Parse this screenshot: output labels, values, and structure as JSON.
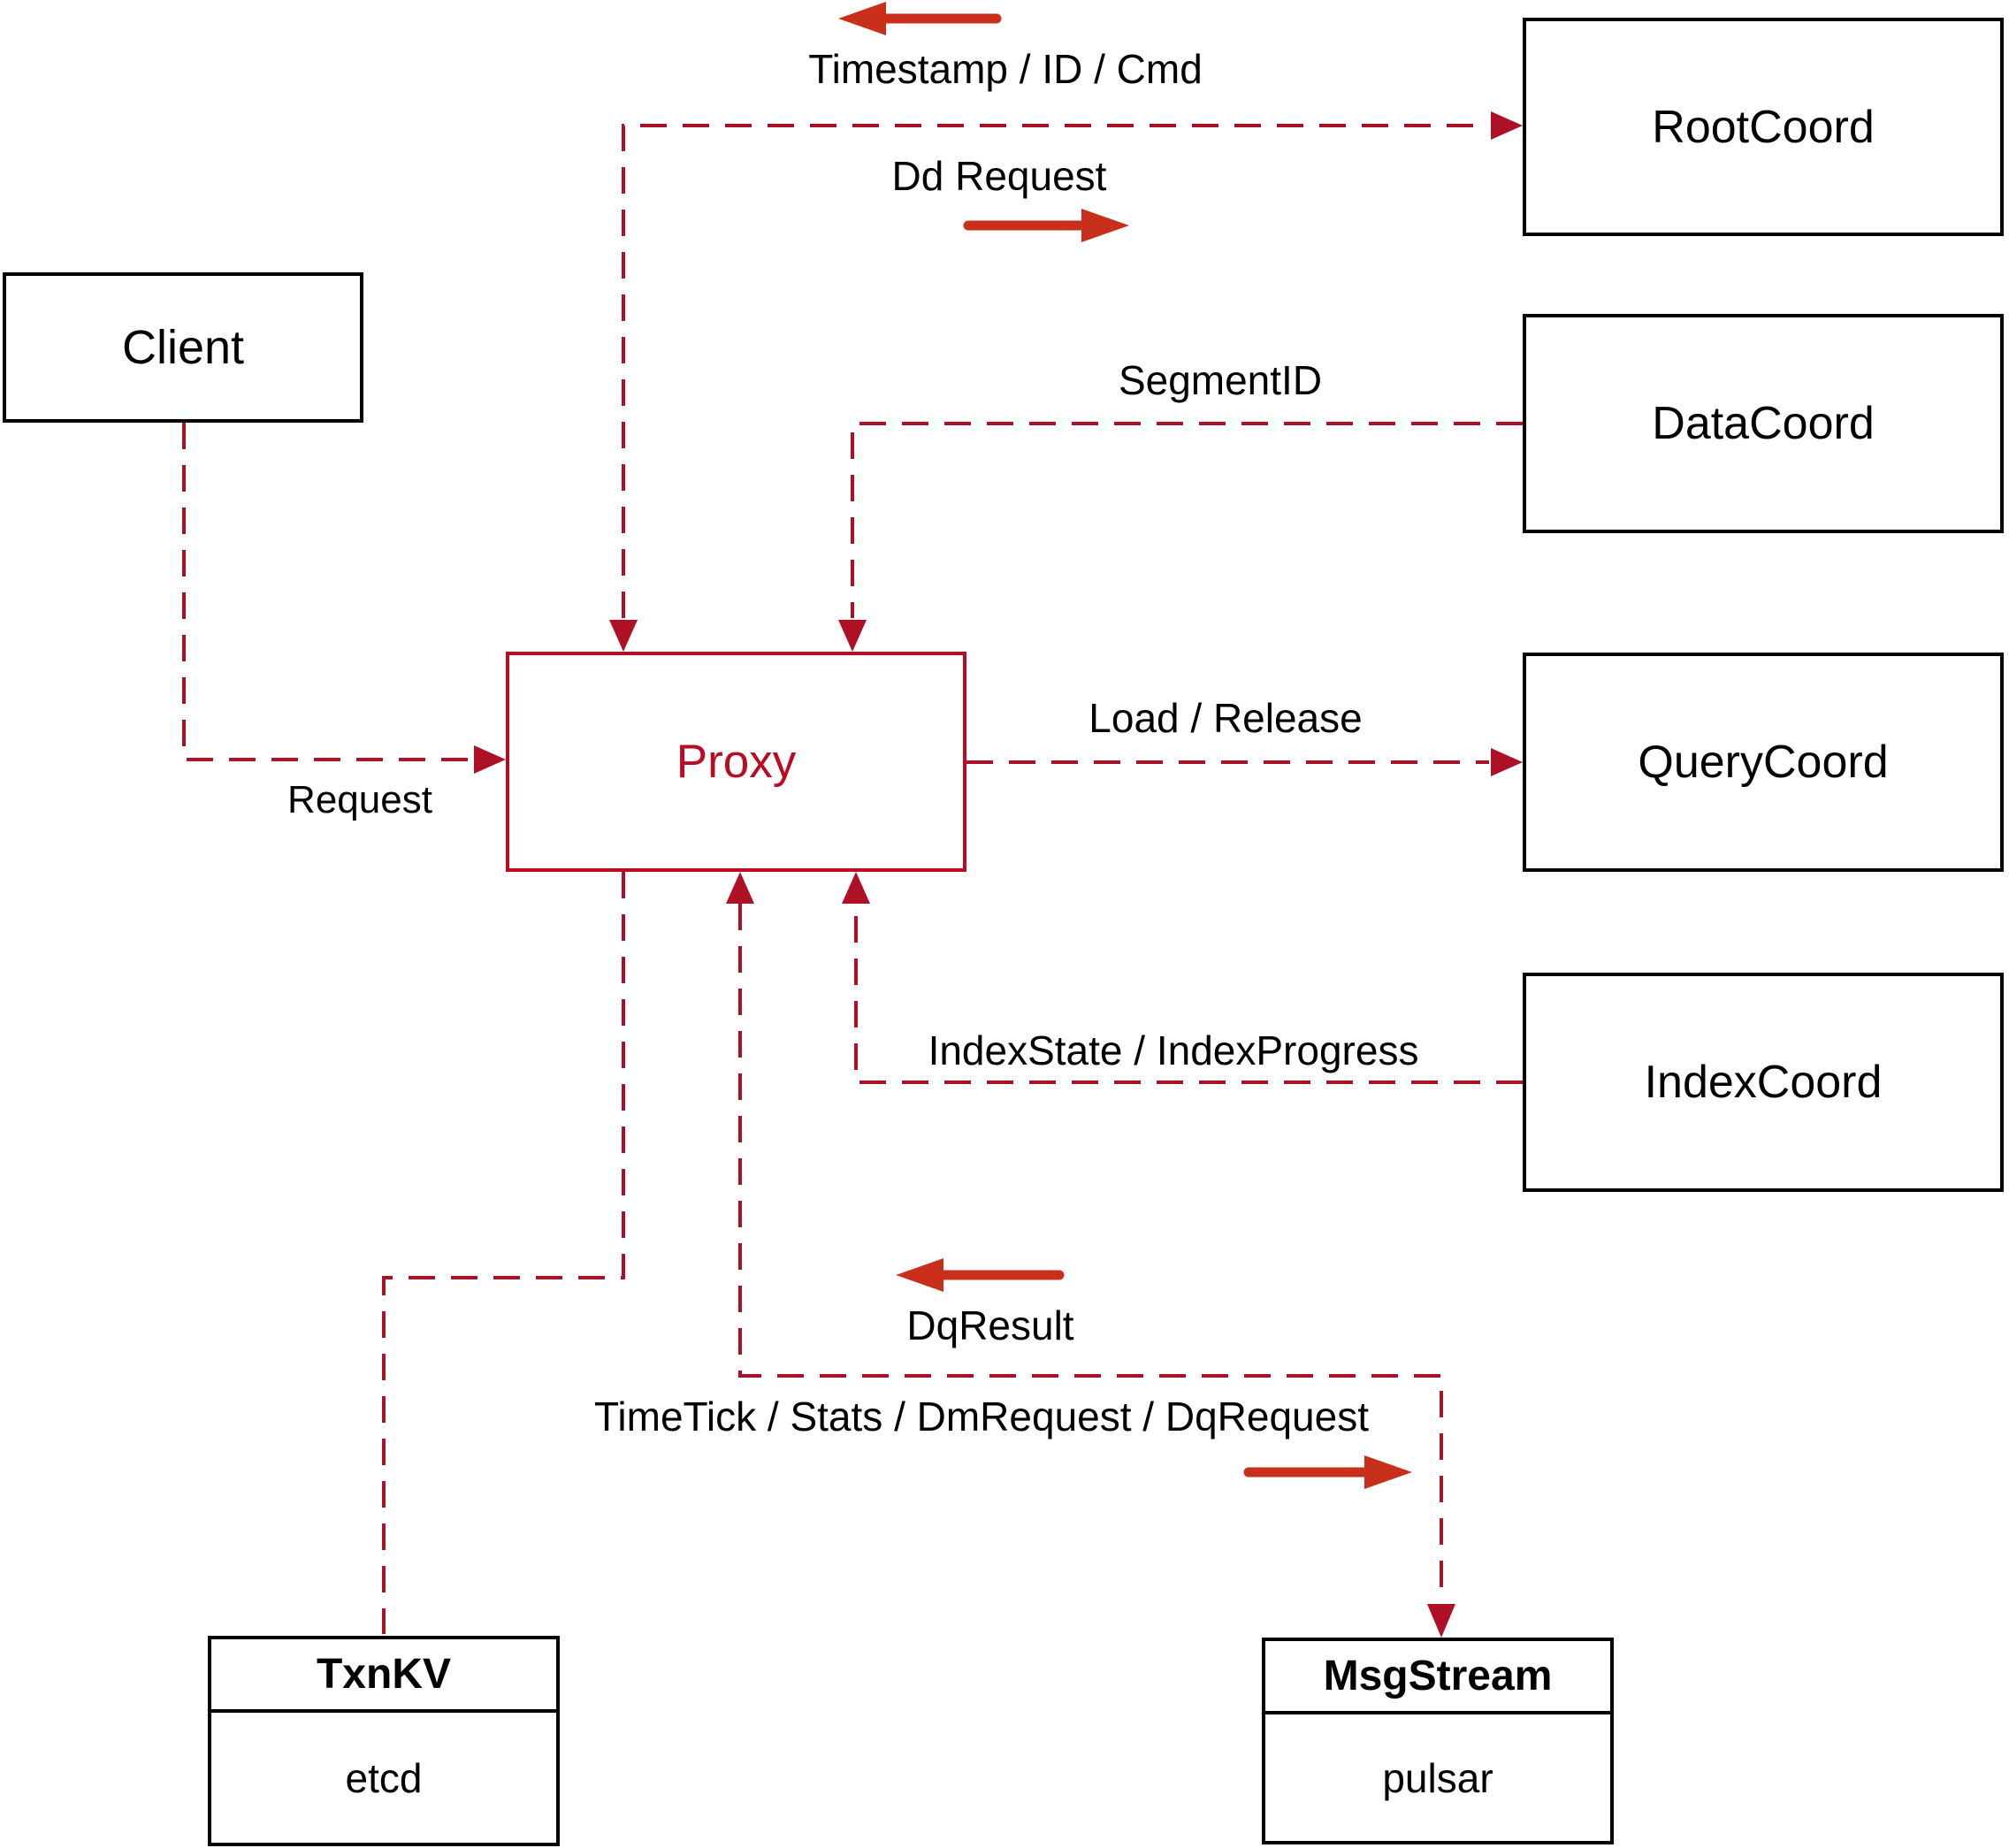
{
  "diagram": {
    "nodes": {
      "client": {
        "label": "Client"
      },
      "proxy": {
        "label": "Proxy"
      },
      "root_coord": {
        "label": "RootCoord"
      },
      "data_coord": {
        "label": "DataCoord"
      },
      "query_coord": {
        "label": "QueryCoord"
      },
      "index_coord": {
        "label": "IndexCoord"
      },
      "txn_kv": {
        "title": "TxnKV",
        "impl": "etcd"
      },
      "msg_stream": {
        "title": "MsgStream",
        "impl": "pulsar"
      }
    },
    "edge_labels": {
      "timestamp": "Timestamp / ID / Cmd",
      "dd_request": "Dd Request",
      "segment_id": "SegmentID",
      "load_release": "Load / Release",
      "request": "Request",
      "index_state": "IndexState / IndexProgress",
      "dq_result": "DqResult",
      "time_tick": "TimeTick / Stats / DmRequest / DqRequest"
    },
    "colors": {
      "dashed_line": "#ae1126",
      "solid_arrow": "#c9301c",
      "proxy_accent": "#bc0a23",
      "node_border": "#000000",
      "background": "#ffffff"
    }
  }
}
